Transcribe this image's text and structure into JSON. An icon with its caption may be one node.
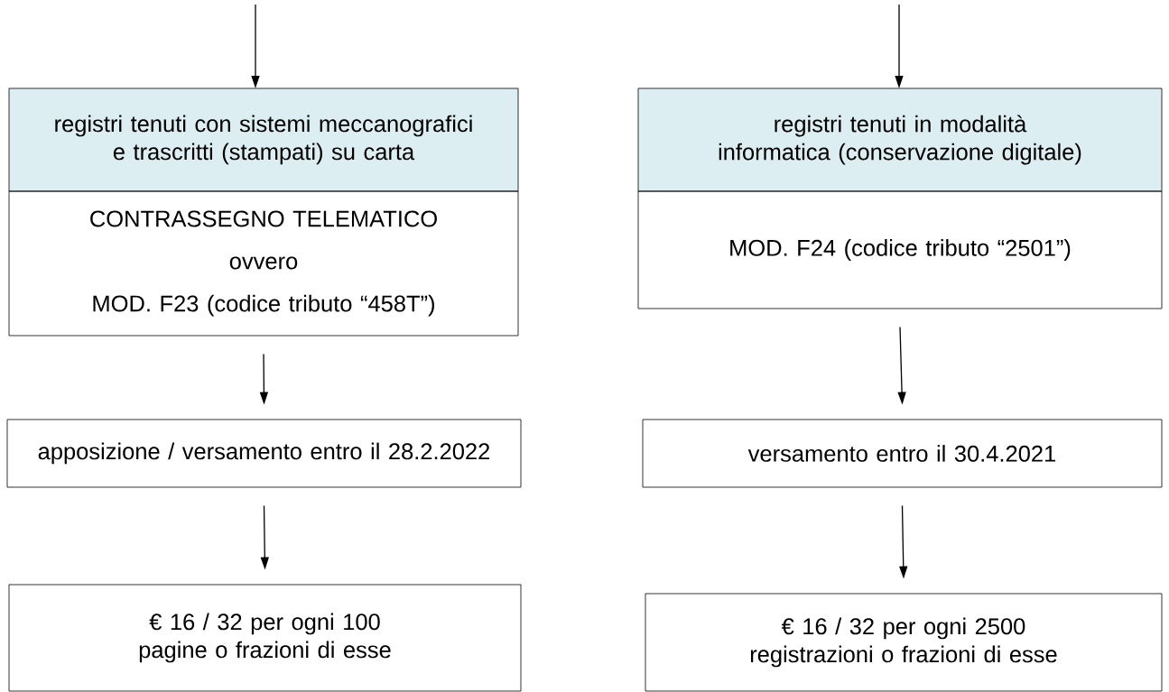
{
  "diagram": {
    "nodes": [
      {
        "text": [
          "registri tenuti con sistemi meccanografici e trascritti (stampati) su carta"
        ]
      },
      {
        "text": [
          "CONTRASSEGNO TELEMATICO",
          "ovvero",
          "MOD. F23 (codice tributo “458T”)"
        ]
      },
      {
        "text": [
          "apposizione / versamento entro il 28.2.2022"
        ]
      },
      {
        "text": [
          "€ 16 / 32 per ogni 100 pagine o frazioni di esse"
        ]
      },
      {
        "text": [
          "registri tenuti in modalità informatica (conservazione digitale)"
        ]
      },
      {
        "text": [
          "MOD. F24 (codice tributo “2501”)"
        ]
      },
      {
        "text": [
          "versamento entro il 30.4.2021"
        ]
      },
      {
        "text": [
          "€ 16 / 32 per ogni 2500 registrazioni o frazioni di esse"
        ]
      }
    ],
    "edges": [
      {
        "from": null,
        "to": 0,
        "arrow": "to"
      },
      {
        "from": 1,
        "to": 2,
        "arrow": "to"
      },
      {
        "from": 2,
        "to": 3,
        "arrow": "to"
      },
      {
        "from": null,
        "to": 4,
        "arrow": "to"
      },
      {
        "from": 5,
        "to": 6,
        "arrow": "to"
      },
      {
        "from": 6,
        "to": 7,
        "arrow": "to"
      }
    ]
  }
}
